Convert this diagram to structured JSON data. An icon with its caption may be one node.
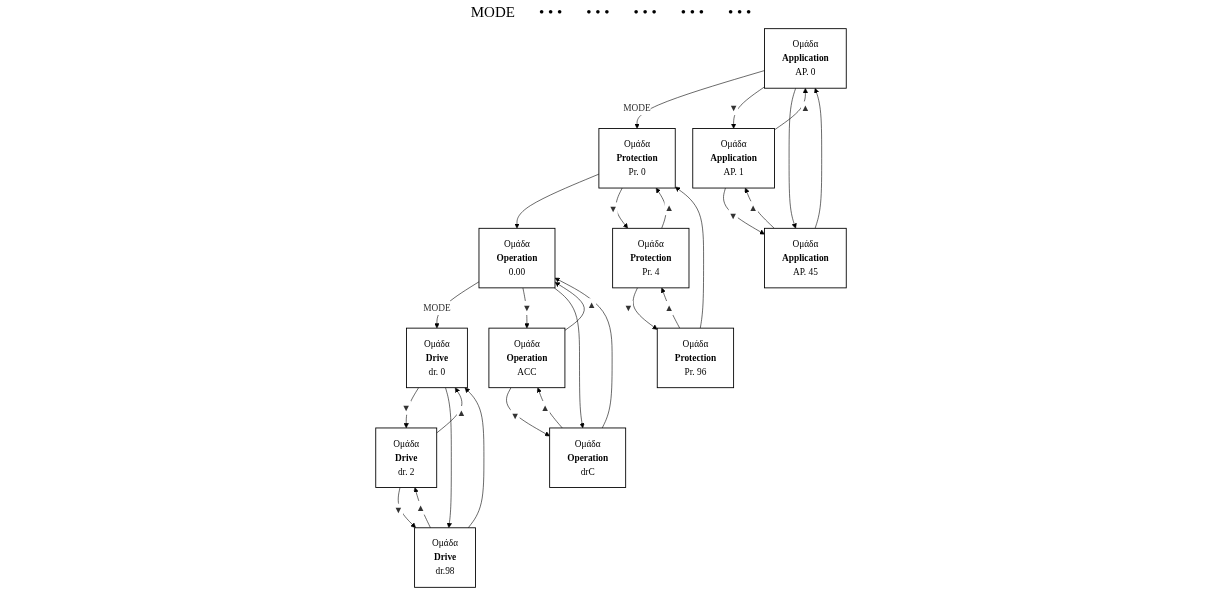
{
  "diagram": {
    "nodes": [
      {
        "text": [
          "Ομάδα",
          "Operation",
          "0.00"
        ]
      },
      {
        "text": [
          "Ομάδα",
          "Operation",
          "ACC"
        ]
      },
      {
        "text": [
          "Ομάδα",
          "Operation",
          "drC"
        ]
      },
      {
        "text": [
          "Ομάδα",
          "Drive",
          "dr. 0"
        ]
      },
      {
        "text": [
          "Ομάδα",
          "Drive",
          "dr. 2"
        ]
      },
      {
        "text": [
          "Ομάδα",
          "Drive",
          "dr.98"
        ]
      },
      {
        "text": [
          "Ομάδα",
          "Application",
          "AP. 0"
        ]
      },
      {
        "text": [
          "Ομάδα",
          "Application",
          "AP. 1"
        ]
      },
      {
        "text": [
          "Ομάδα",
          "Application",
          "AP. 45"
        ]
      },
      {
        "text": [
          "Ομάδα",
          "Protection",
          "Pr. 0"
        ]
      },
      {
        "text": [
          "Ομάδα",
          "Protection",
          "Pr. 4"
        ]
      },
      {
        "text": [
          "Ομάδα",
          "Protection",
          "Pr. 96"
        ]
      }
    ],
    "edges": [
      {
        "from": 0,
        "to": 3,
        "arrow": "to",
        "label": "MODE"
      },
      {
        "from": 6,
        "to": 9,
        "arrow": "to",
        "label": "MODE"
      },
      {
        "from": 9,
        "to": 0,
        "arrow": "to"
      },
      {
        "from": 0,
        "to": 1,
        "arrow": "to",
        "label": "▼"
      },
      {
        "from": 1,
        "to": 0,
        "arrow": "to",
        "label": "▲"
      },
      {
        "from": 1,
        "to": 2,
        "arrow": "to",
        "label": "▼"
      },
      {
        "from": 2,
        "to": 1,
        "arrow": "to",
        "label": "▲"
      },
      {
        "from": 0,
        "to": 2,
        "arrow": "to"
      },
      {
        "from": 2,
        "to": 0,
        "arrow": "to"
      },
      {
        "from": 3,
        "to": 4,
        "arrow": "to",
        "label": "▼"
      },
      {
        "from": 4,
        "to": 3,
        "arrow": "to",
        "label": "▲"
      },
      {
        "from": 4,
        "to": 5,
        "arrow": "to",
        "label": "▼"
      },
      {
        "from": 5,
        "to": 4,
        "arrow": "to",
        "label": "▲"
      },
      {
        "from": 3,
        "to": 5,
        "arrow": "to"
      },
      {
        "from": 5,
        "to": 3,
        "arrow": "to"
      },
      {
        "from": 6,
        "to": 7,
        "arrow": "to",
        "label": "▼"
      },
      {
        "from": 7,
        "to": 6,
        "arrow": "to",
        "label": "▲"
      },
      {
        "from": 7,
        "to": 8,
        "arrow": "to",
        "label": "▼"
      },
      {
        "from": 8,
        "to": 7,
        "arrow": "to",
        "label": "▲"
      },
      {
        "from": 6,
        "to": 8,
        "arrow": "to"
      },
      {
        "from": 8,
        "to": 6,
        "arrow": "to"
      },
      {
        "from": 9,
        "to": 10,
        "arrow": "to",
        "label": "▼"
      },
      {
        "from": 10,
        "to": 9,
        "arrow": "to",
        "label": "▲"
      },
      {
        "from": 10,
        "to": 11,
        "arrow": "to",
        "label": "▼"
      },
      {
        "from": 11,
        "to": 10,
        "arrow": "to",
        "label": "▲"
      },
      {
        "from": 11,
        "to": 9,
        "arrow": "to"
      }
    ],
    "labels": [
      "MODE",
      "• • •",
      "• • •",
      "• • •",
      "• • •",
      "• • •"
    ]
  }
}
